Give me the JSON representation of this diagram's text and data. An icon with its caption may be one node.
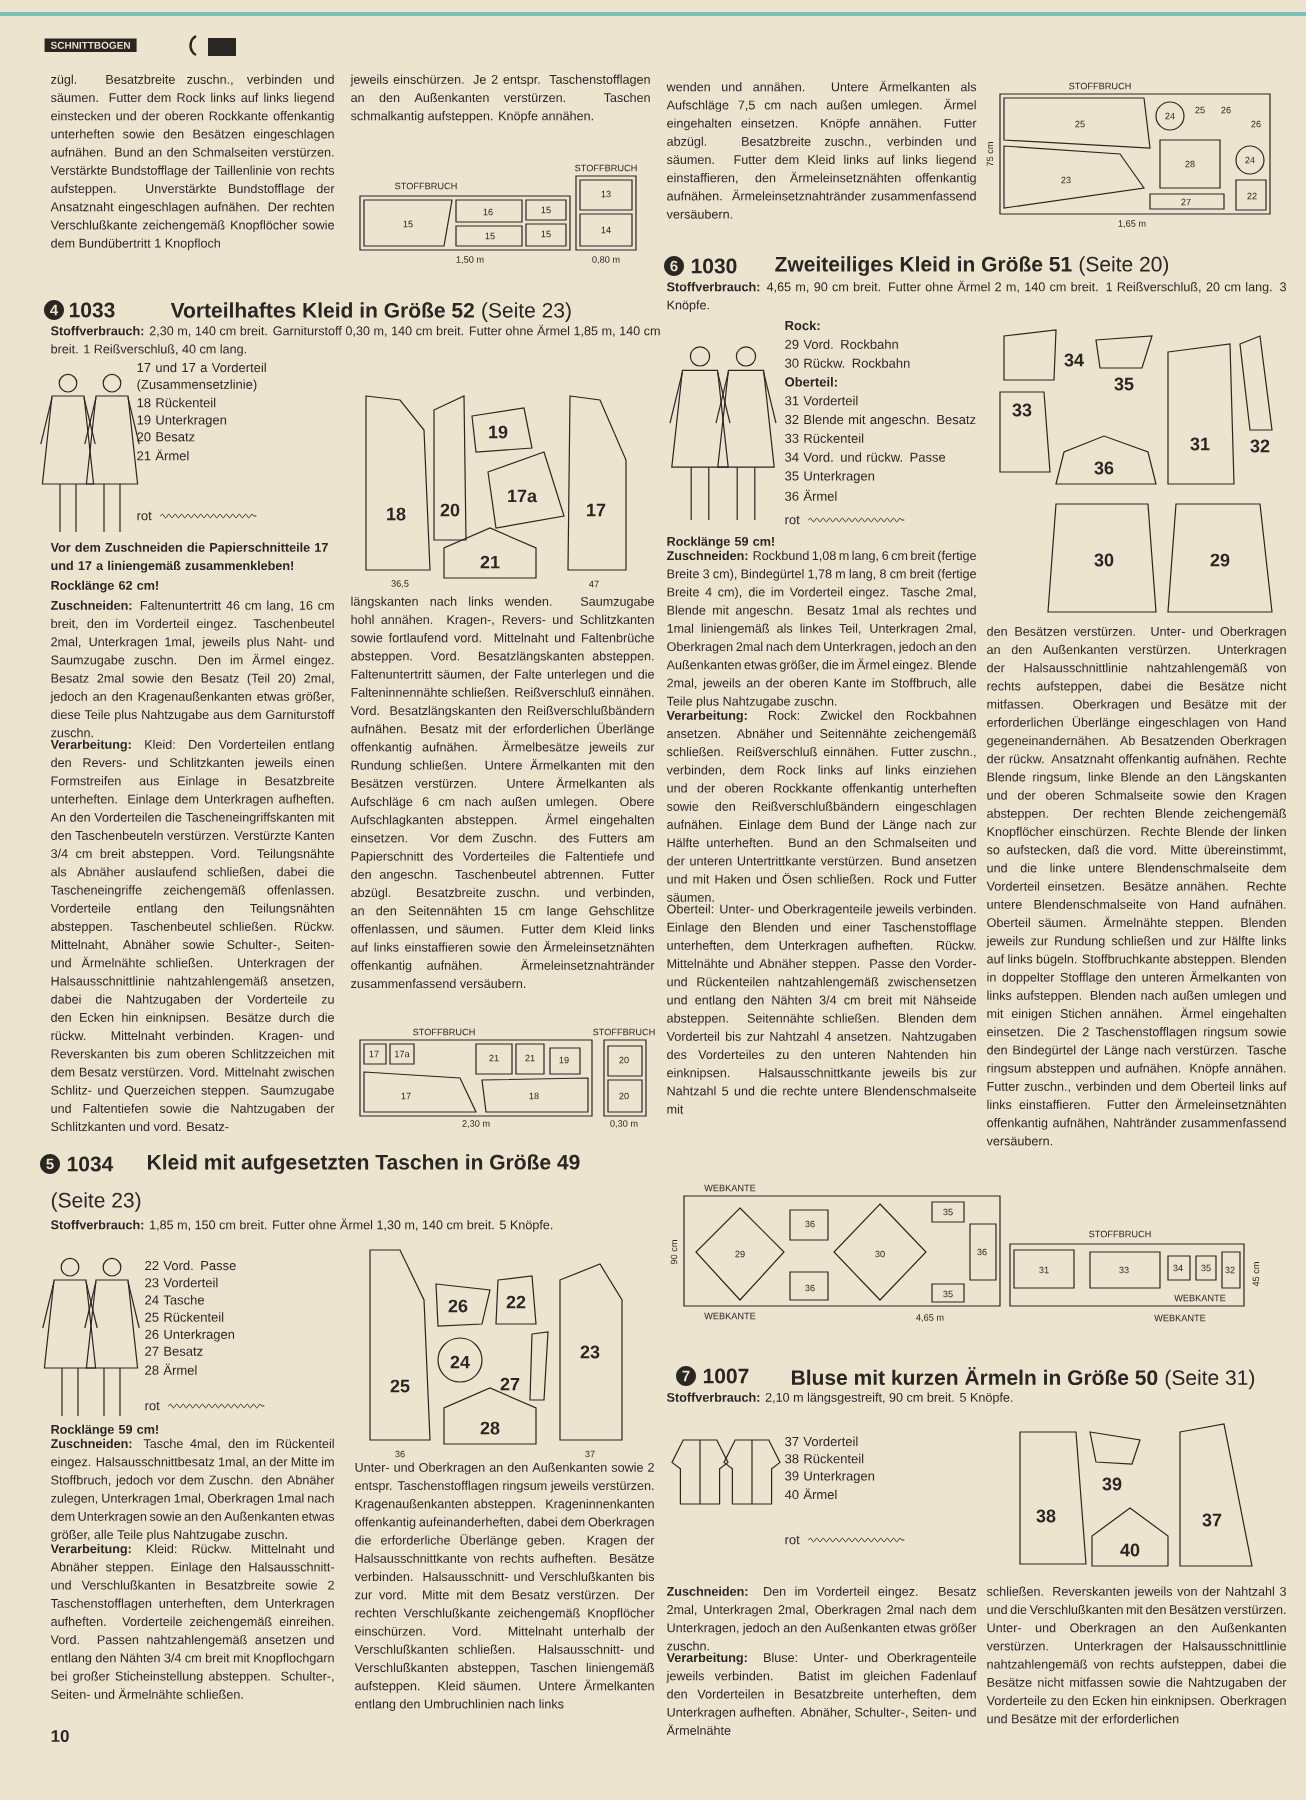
{
  "diagram": {
    "labels": [
      "SCHNITTBOGEN",
      "zügl. Besatzbreite zuschn., verbinden und säumen. Futter dem Rock links auf links liegend einstecken und der oberen Rockkante offenkantig unterheften sowie den Besätzen eingeschlagen aufnähen. Bund an den Schmalseiten verstürzen. Verstärkte Bundstofflage der Taillenlinie von rechts aufsteppen. Unverstärkte Bundstofflage der Ansatznaht eingeschlagen aufnähen. Der rechten Verschlußkante zeichengemäß Knopflöcher sowie dem Bundübertritt 1 Knopfloch",
      "jeweils einschürzen. Je 2 entspr. Taschenstofflagen an den Außenkanten verstürzen. Taschen schmalkantig aufsteppen. Knöpfe annähen.",
      "STOFFBRUCH",
      "15",
      "16",
      "15",
      "15",
      "15",
      "1,50 m",
      "STOFFBRUCH",
      "13",
      "14",
      "0,80 m",
      "wenden und annähen. Untere Ärmelkanten als Aufschläge 7,5 cm nach außen umlegen. Ärmel eingehalten einsetzen. Knöpfe annähen. Futter abzügl. Besatzbreite zuschn., verbinden und säumen. Futter dem Kleid links auf links liegend einstaffieren, den Ärmeleinsetznähten offenkantig aufnähen. Ärmeleinsetznahtränder zusammenfassend versäubern.",
      "STOFFBRUCH",
      "25",
      "24",
      "25",
      "26",
      "26",
      "23",
      "28",
      "24",
      "27",
      "22",
      "75 cm",
      "1,65 m",
      "4",
      "1033",
      "Vorteilhaftes Kleid in Größe 52",
      "(Seite 23)",
      "**Stoffverbrauch:** 2,30 m, 140 cm breit. Garniturstoff 0,30 m, 140 cm breit. Futter ohne Ärmel 1,85 m, 140 cm breit. 1 Reißverschluß, 40 cm lang.",
      "17 und 17 a Vorderteil (Zusammensetzlinie)",
      "18 Rückenteil",
      "19 Unterkragen",
      "20 Besatz",
      "21 Ärmel",
      "rot",
      "Vor dem Zuschneiden die Papierschnitteile 17 und 17 a liniengemäß zusammenkleben!",
      "18",
      "20",
      "19",
      "17a",
      "21",
      "17",
      "36,5",
      "47",
      "Rocklänge 62 cm!",
      "**Zuschneiden:** Faltenuntertritt 46 cm lang, 16 cm breit, den im Vorderteil eingez. Taschenbeutel 2mal, Unterkragen 1mal, jeweils plus Naht- und Saumzugabe zuschn. Den im Ärmel eingez. Besatz 2mal sowie den Besatz (Teil 20) 2mal, jedoch an den Kragenaußenkanten etwas größer, diese Teile plus Nahtzugabe aus dem Garniturstoff zuschn.",
      "**Verarbeitung:** Kleid: Den Vorderteilen entlang den Revers- und Schlitzkanten jeweils einen Formstreifen aus Einlage in Besatzbreite unterheften. Einlage dem Unterkragen aufheften. An den Vorderteilen die Tascheneingriffskanten mit den Taschenbeuteln verstürzen. Verstürzte Kanten 3/4 cm breit absteppen. Vord. Teilungsnähte als Abnäher auslaufend schließen, dabei die Tascheneingriffe zeichengemäß offenlassen. Vorderteile entlang den Teilungsnähten absteppen. Taschenbeutel schließen. Rückw. Mittelnaht, Abnäher sowie Schulter-, Seiten- und Ärmelnähte schließen. Unterkragen der Halsausschnittlinie nahtzahlengemäß ansetzen, dabei die Nahtzugaben der Vorderteile zu den Ecken hin einknipsen. Besätze durch die rückw. Mittelnaht verbinden. Kragen- und Reverskanten bis zum oberen Schlitzzeichen mit dem Besatz verstürzen. Vord. Mittelnaht zwischen Schlitz- und Querzeichen steppen. Saumzugabe und Faltentiefen sowie die Nahtzugaben der Schlitzkanten und vord. Besatz-",
      "längskanten nach links wenden. Saumzugabe hohl annähen. Kragen-, Revers- und Schlitzkanten sowie fortlaufend vord. Mittelnaht und Faltenbrüche absteppen. Vord. Besatzlängskanten absteppen. Faltenuntertritt säumen, der Falte unterlegen und die Falteninnennähte schließen. Reißverschluß einnähen. Vord. Besatzlängskanten den Reißverschlußbändern aufnähen. Besatz mit der erforderlichen Überlänge offenkantig aufnähen. Ärmelbesätze jeweils zur Rundung schließen. Untere Ärmelkanten mit den Besätzen verstürzen. Untere Ärmelkanten als Aufschläge 6 cm nach außen umlegen. Obere Aufschlagkanten absteppen. Ärmel eingehalten einsetzen. Vor dem Zuschn. des Futters am Papierschnitt des Vorderteiles die Faltentiefe und den angeschn. Taschenbeutel abtrennen. Futter abzügl. Besatzbreite zuschn. und verbinden, an den Seitennähten 15 cm lange Gehschlitze offenlassen, und säumen. Futter dem Kleid links auf links einstaffieren sowie den Ärmeleinsetznähten offenkantig aufnähen. Ärmeleinsetznahtränder zusammenfassend versäubern.",
      "17",
      "17a",
      "STOFFBRUCH",
      "21",
      "21",
      "19",
      "17",
      "18",
      "2,30 m",
      "STOFFBRUCH",
      "20",
      "20",
      "0,30 m",
      "6",
      "1030",
      "Zweiteiliges Kleid in Größe 51",
      "(Seite 20)",
      "**Stoffverbrauch:** 4,65 m, 90 cm breit. Futter ohne Ärmel 2 m, 140 cm breit. 1 Reißverschluß, 20 cm lang. 3 Knöpfe.",
      "Rock:",
      "29 Vord. Rockbahn",
      "30 Rückw. Rockbahn",
      "Oberteil:",
      "31 Vorderteil",
      "32 Blende mit angeschn. Besatz",
      "33 Rückenteil",
      "34 Vord. und rückw. Passe",
      "35 Unterkragen",
      "36 Ärmel",
      "rot",
      "Rocklänge 59 cm!",
      "**Zuschneiden:** Rockbund 1,08 m lang, 6 cm breit (fertige Breite 3 cm), Bindegürtel 1,78 m lang, 8 cm breit (fertige Breite 4 cm), die im Vorderteil eingez. Tasche 2mal, Blende mit angeschn. Besatz 1mal als rechtes und 1mal liniengemäß als linkes Teil, Unterkragen 2mal, Oberkragen 2mal nach dem Unterkragen, jedoch an den Außenkanten etwas größer, die im Ärmel eingez. Blende 2mal, jeweils an der oberen Kante im Stoffbruch, alle Teile plus Nahtzugabe zuschn.",
      "**Verarbeitung:** Rock: Zwickel den Rockbahnen ansetzen. Abnäher und Seitennähte zeichengemäß schließen. Reißverschluß einnähen. Futter zuschn., verbinden, dem Rock links auf links einziehen und der oberen Rockkante offenkantig unterheften sowie den Reißverschlußbändern eingeschlagen aufnähen. Einlage dem Bund der Länge nach zur Hälfte unterheften. Bund an den Schmalseiten und der unteren Untertrittkante verstürzen. Bund ansetzen und mit Haken und Ösen schließen. Rock und Futter säumen.",
      "Oberteil: Unter- und Oberkragenteile jeweils verbinden. Einlage den Blenden und einer Taschenstofflage unterheften, dem Unterkragen aufheften. Rückw. Mittelnähte und Abnäher steppen. Passe den Vorder- und Rückenteilen nahtzahlengemäß zwischensetzen und entlang den Nähten 3/4 cm breit mit Nähseide absteppen. Seitennähte schließen. Blenden dem Vorderteil bis zur Nahtzahl 4 ansetzen. Nahtzugaben des Vorderteiles zu den unteren Nahtenden hin einknipsen. Halsausschnittkante jeweils bis zur Nahtzahl 5 und die rechte untere Blendenschmalseite mit",
      "den Besätzen verstürzen. Unter- und Oberkragen an den Außenkanten verstürzen. Unterkragen der Halsausschnittlinie nahtzahlengemäß von rechts aufsteppen, dabei die Besätze nicht mitfassen. Oberkragen und Besätze mit der erforderlichen Überlänge eingeschlagen von Hand gegeneinandernähen. Ab Besatzenden Oberkragen der rückw. Ansatznaht offenkantig aufnähen. Rechte Blende ringsum, linke Blende an den Längskanten und der oberen Schmalseite sowie den Kragen absteppen. Der rechten Blende zeichengemäß Knopflöcher einschürzen. Rechte Blende der linken so aufstecken, daß die vord. Mitte übereinstimmt, und die linke untere Blendenschmalseite dem Vorderteil einsetzen. Besätze annähen. Rechte untere Blendenschmalseite von Hand aufnähen. Oberteil säumen. Ärmelnähte steppen. Blenden jeweils zur Rundung schließen und zur Hälfte links auf links bügeln. Stoffbruchkante absteppen. Blenden in doppelter Stofflage den unteren Ärmelkanten von links aufsteppen. Blenden nach außen umlegen und mit einigen Stichen annähen. Ärmel eingehalten einsetzen. Die 2 Taschenstofflagen ringsum sowie den Bindegürtel der Länge nach verstürzen. Tasche ringsum absteppen und aufnähen. Knöpfe annähen. Futter zuschn., verbinden und dem Oberteil links auf links einstaffieren. Futter den Ärmeleinsetznähten offenkantig aufnähen, Nahtränder zusammenfassend versäubern.",
      "34",
      "35",
      "33",
      "36",
      "31",
      "32",
      "30",
      "29",
      "WEBKANTE",
      "29",
      "36",
      "35",
      "30",
      "36",
      "35",
      "36",
      "WEBKANTE",
      "4,65 m",
      "90 cm",
      "STOFFBRUCH",
      "31",
      "33",
      "34",
      "35",
      "32",
      "WEBKANTE",
      "WEBKANTE",
      "45 cm",
      "5",
      "1034",
      "Kleid mit aufgesetzten Taschen in Größe 49",
      "(Seite 23)",
      "**Stoffverbrauch:** 1,85 m, 150 cm breit. Futter ohne Ärmel 1,30 m, 140 cm breit. 5 Knöpfe.",
      "22 Vord. Passe",
      "23 Vorderteil",
      "24 Tasche",
      "25 Rückenteil",
      "26 Unterkragen",
      "27 Besatz",
      "28 Ärmel",
      "rot",
      "Rocklänge 59 cm!",
      "**Zuschneiden:** Tasche 4mal, den im Rückenteil eingez. Halsausschnittbesatz 1mal, an der Mitte im Stoffbruch, jedoch vor dem Zuschn. den Abnäher zulegen, Unterkragen 1mal, Oberkragen 1mal nach dem Unterkragen sowie an den Außenkanten etwas größer, alle Teile plus Nahtzugabe zuschn.",
      "**Verarbeitung:** Kleid: Rückw. Mittelnaht und Abnäher steppen. Einlage den Halsausschnitt- und Verschlußkanten in Besatzbreite sowie 2 Taschenstofflagen unterheften, dem Unterkragen aufheften. Vorderteile zeichengemäß einreihen. Vord. Passen nahtzahlengemäß ansetzen und entlang den Nähten 3/4 cm breit mit Knopflochgarn bei großer Sticheinstellung absteppen. Schulter-, Seiten- und Ärmelnähte schließen.",
      "Unter- und Oberkragen an den Außenkanten sowie 2 entspr. Taschenstofflagen ringsum jeweils verstürzen. Kragenaußenkanten absteppen. Krageninnenkanten offenkantig aufeinanderheften, dabei dem Oberkragen die erforderliche Überlänge geben. Kragen der Halsausschnittkante von rechts aufheften. Besätze verbinden. Halsausschnitt- und Verschlußkanten bis zur vord. Mitte mit dem Besatz verstürzen. Der rechten Verschlußkante zeichengemäß Knopflöcher einschürzen. Vord. Mittelnaht unterhalb der Verschlußkanten schließen. Halsausschnitt- und Verschlußkanten absteppen, Taschen liniengemäß aufsteppen. Kleid säumen. Untere Ärmelkanten entlang den Umbruchlinien nach links",
      "26",
      "22",
      "25",
      "24",
      "27",
      "23",
      "28",
      "36",
      "37",
      "7",
      "1007",
      "Bluse mit kurzen Ärmeln in Größe 50",
      "(Seite 31)",
      "**Stoffverbrauch:** 2,10 m längsgestreift, 90 cm breit. 5 Knöpfe.",
      "37 Vorderteil",
      "38 Rückenteil",
      "39 Unterkragen",
      "40 Ärmel",
      "rot",
      "**Zuschneiden:** Den im Vorderteil eingez. Besatz 2mal, Unterkragen 2mal, Oberkragen 2mal nach dem Unterkragen, jedoch an den Außenkanten etwas größer zuschn.",
      "**Verarbeitung:** Bluse: Unter- und Oberkragenteile jeweils verbinden. Batist im gleichen Fadenlauf den Vorderteilen in Besatzbreite unterheften, dem Unterkragen aufheften. Abnäher, Schulter-, Seiten- und Ärmelnähte",
      "schließen. Reverskanten jeweils von der Nahtzahl 3 und die Verschlußkanten mit den Besätzen verstürzen. Unter- und Oberkragen an den Außenkanten verstürzen. Unterkragen der Halsausschnittlinie nahtzahlengemäß von rechts aufsteppen, dabei die Besätze nicht mitfassen sowie die Nahtzugaben der Vorderteile zu den Ecken hin einknipsen. Oberkragen und Besätze mit der erforderlichen",
      "39",
      "38",
      "40",
      "37",
      "10"
    ]
  }
}
